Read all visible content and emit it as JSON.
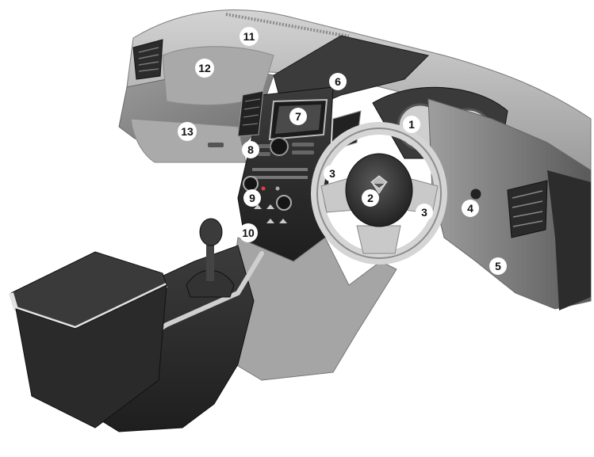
{
  "callouts": [
    {
      "id": "1",
      "label": "1"
    },
    {
      "id": "2",
      "label": "2"
    },
    {
      "id": "3a",
      "label": "3"
    },
    {
      "id": "3b",
      "label": "3"
    },
    {
      "id": "4",
      "label": "4"
    },
    {
      "id": "5",
      "label": "5"
    },
    {
      "id": "6",
      "label": "6"
    },
    {
      "id": "7",
      "label": "7"
    },
    {
      "id": "8",
      "label": "8"
    },
    {
      "id": "9",
      "label": "9"
    },
    {
      "id": "10",
      "label": "10"
    },
    {
      "id": "11",
      "label": "11"
    },
    {
      "id": "12",
      "label": "12"
    },
    {
      "id": "13",
      "label": "13"
    }
  ],
  "colors": {
    "dash_top": "#bdbdbd",
    "dash_dark": "#3a3a3a",
    "panel_mid": "#8e8e8e",
    "console": "#2e2e2e",
    "trim": "#d9d9d9",
    "callout_fill": "#ffffff",
    "callout_text": "#111111"
  }
}
